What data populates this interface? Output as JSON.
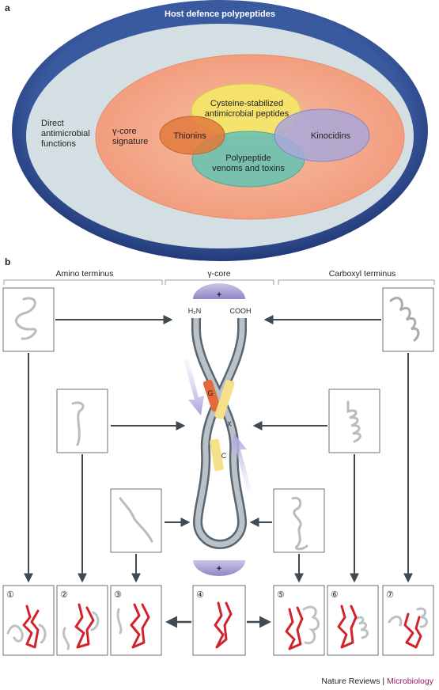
{
  "panel_a": {
    "letter": "a",
    "outer_label": "Host defence polypeptides",
    "direct_label": [
      "Direct",
      "antimicrobial",
      "functions"
    ],
    "gamma_label": [
      "γ-core",
      "signature"
    ],
    "groups": {
      "cysteine": [
        "Cysteine-stabilized",
        "antimicrobial peptides"
      ],
      "thionins": "Thionins",
      "kinocidins": "Kinocidins",
      "venoms": [
        "Polypeptide",
        "venoms and toxins"
      ]
    }
  },
  "panel_b": {
    "letter": "b",
    "headers": {
      "amino": "Amino terminus",
      "gamma": "γ-core",
      "carboxyl": "Carboxyl terminus"
    },
    "h2n": "H₂N",
    "cooh": "COOH",
    "plus": "+",
    "motif_g": "G",
    "motif_x": "X",
    "motif_c": "C",
    "structure_numbers": [
      "①",
      "②",
      "③",
      "④",
      "⑤",
      "⑥",
      "⑦"
    ]
  },
  "credit": {
    "journal": "Nature Reviews",
    "separator": " | ",
    "subject": "Microbiology"
  },
  "colors": {
    "outer_ellipse": "#2f4a8f",
    "inner_fill": "#d3dfe2",
    "gamma_fill": "#f4a98c",
    "cysteine": "#f3e56a",
    "thionins": "#e07a3c",
    "kinocidins": "#a9a7d8",
    "venoms": "#6cc2b0",
    "arrow": "#3f4a52",
    "red_core": "#d2232a",
    "credit_accent": "#9a1e5c"
  }
}
